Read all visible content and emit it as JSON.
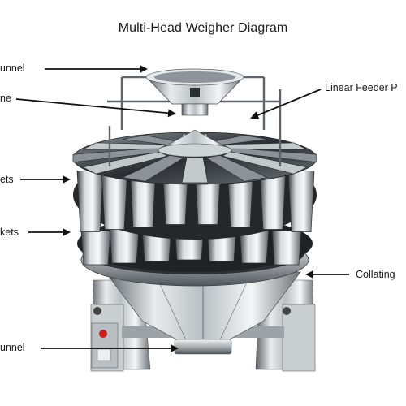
{
  "title": "Multi-Head Weigher Diagram",
  "labels": {
    "funnel_top": "unnel",
    "cone": "ne",
    "linear_feeder": "Linear Feeder P",
    "buckets_upper": "ets",
    "buckets_lower": "kets",
    "collating": "Collating",
    "funnel_bottom": "unnel"
  },
  "colors": {
    "arrow": "#111111",
    "steel_light": "#e9ecee",
    "steel_mid": "#9aa1a6",
    "steel_dark": "#2b2f33",
    "button_red": "#c8201e"
  }
}
